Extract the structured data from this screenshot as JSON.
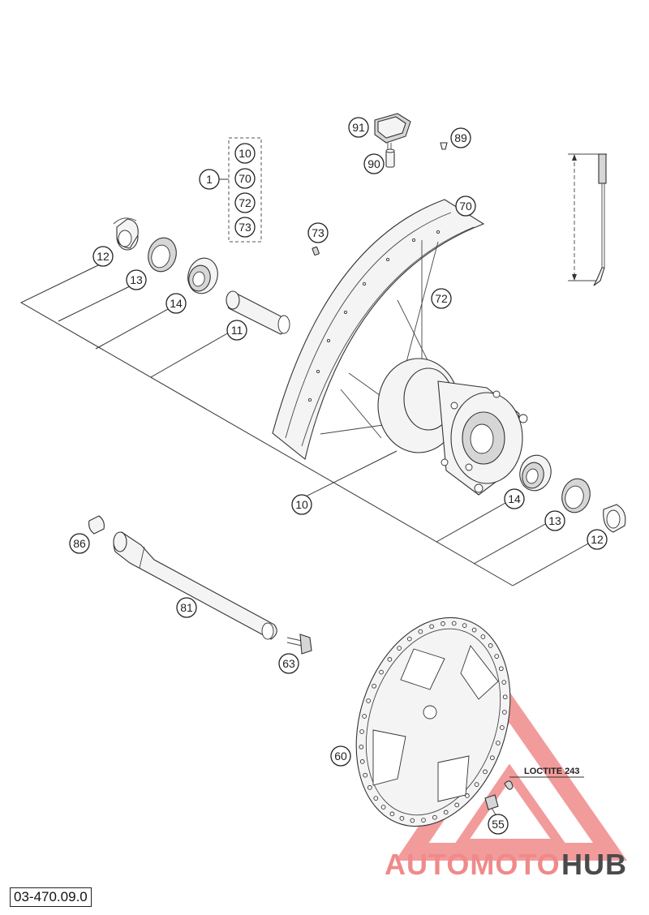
{
  "drawing_number": "03-470.09.0",
  "note": "LOCTITE 243",
  "watermark": {
    "part1": "AUTOMOTO",
    "part2": "HUB",
    "color_primary": "#f08a8a",
    "color_secondary": "#4a4a4a"
  },
  "callouts": {
    "c1": "1",
    "c10a": "10",
    "c70a": "70",
    "c72a": "72",
    "c73a": "73",
    "c91": "91",
    "c90": "90",
    "c89": "89",
    "c70b": "70",
    "c73b": "73",
    "c72b": "72",
    "c12a": "12",
    "c13a": "13",
    "c14a": "14",
    "c11": "11",
    "c10b": "10",
    "c14b": "14",
    "c13b": "13",
    "c12b": "12",
    "c86": "86",
    "c81": "81",
    "c63": "63",
    "c60": "60",
    "c55": "55"
  }
}
